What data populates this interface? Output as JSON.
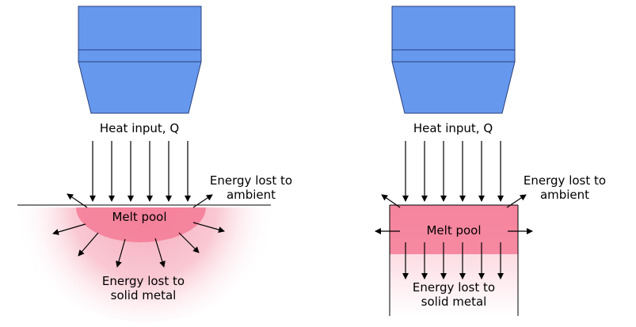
{
  "colors": {
    "nozzle_fill": "#6699EE",
    "nozzle_stroke": "#2A3F7A",
    "melt_pool": "#F47A95",
    "heat_zone": "#F8C6D2",
    "arrow": "#000000"
  },
  "left_diagram": {
    "heat_input_label": "Heat input, Q",
    "ambient_loss_label_line1": "Energy lost to",
    "ambient_loss_label_line2": "ambient",
    "melt_pool_label": "Melt pool",
    "solid_loss_label_line1": "Energy lost to",
    "solid_loss_label_line2": "solid metal"
  },
  "right_diagram": {
    "heat_input_label": "Heat input, Q",
    "ambient_loss_label_line1": "Energy lost to",
    "ambient_loss_label_line2": "ambient",
    "melt_pool_label": "Melt pool",
    "solid_loss_label_line1": "Energy lost to",
    "solid_loss_label_line2": "solid metal"
  }
}
